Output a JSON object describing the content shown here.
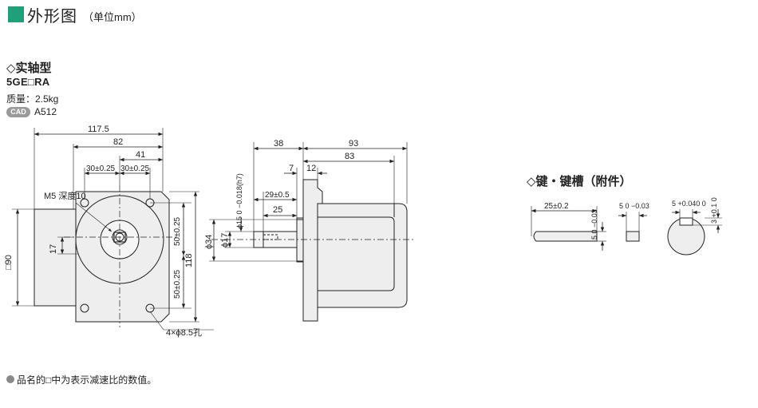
{
  "header": {
    "title": "外形图",
    "unit": "（单位mm）",
    "accent_color": "#1fa07a"
  },
  "section": {
    "title": "◇实轴型",
    "model": "5GE□RA",
    "mass": "质量：2.5kg",
    "cad_badge": "CAD",
    "cad_id": "A512"
  },
  "front_view": {
    "dims": {
      "d117": "117.5",
      "d82": "82",
      "d41": "41",
      "d30a": "30±0.25",
      "d30b": "30±0.25",
      "m5": "M5 深度10",
      "sq90": "□90",
      "d17": "17",
      "d50a": "50±0.25",
      "d50b": "50±0.25",
      "d118": "118",
      "holes": "4×ϕ8.5孔"
    }
  },
  "side_view": {
    "dims": {
      "d38": "38",
      "d93": "93",
      "d83": "83",
      "d7": "7",
      "d12": "12",
      "d29": "29±0.5",
      "d25": "25",
      "shaft": "ϕ15 0 −0.018(h7)",
      "d34": "ϕ34",
      "d17": "ϕ17"
    }
  },
  "key_section": {
    "title": "◇键・键槽（附件）",
    "d25": "25±0.2",
    "key_w_side": "5 0 −0.03",
    "key_w_end": "5 0 −0.03",
    "slot_w": "5 +0.040 0",
    "slot_d": "3 +0.1 0"
  },
  "footnote": "品名的□中为表示减速比的数值。"
}
